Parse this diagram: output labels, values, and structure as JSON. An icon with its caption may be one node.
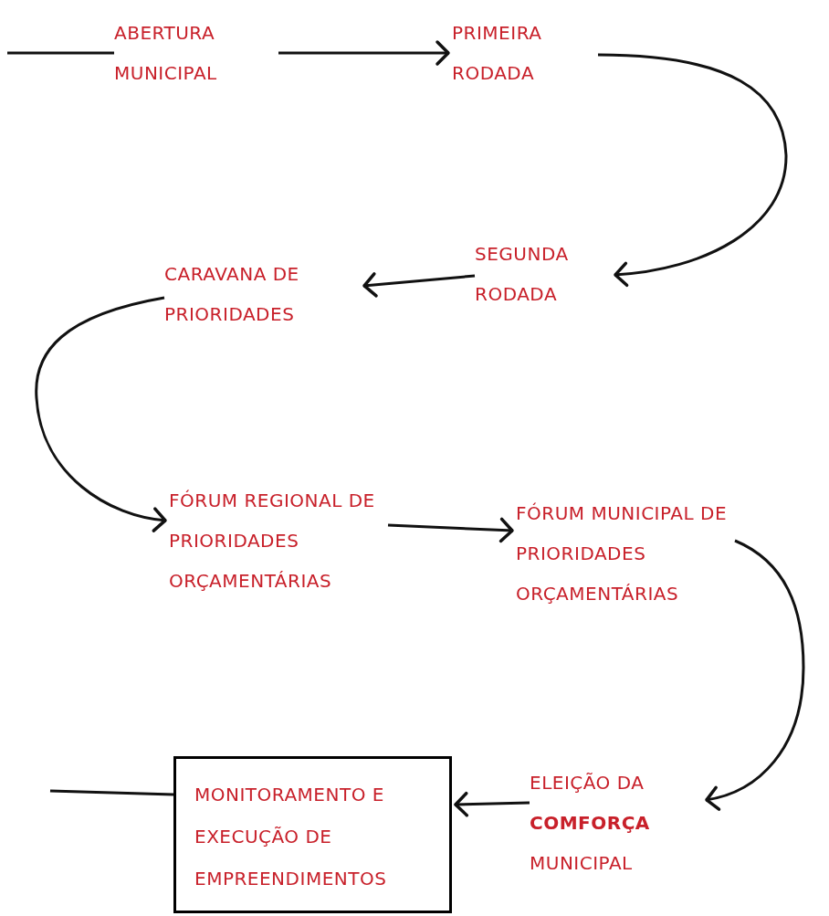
{
  "diagram": {
    "nodes": [
      {
        "text": [
          "ABERTURA MUNICIPAL"
        ]
      },
      {
        "text": [
          "PRIMEIRA RODADA"
        ]
      },
      {
        "text": [
          "SEGUNDA RODADA"
        ]
      },
      {
        "text": [
          "CARAVANA DE PRIORIDADES"
        ]
      },
      {
        "text": [
          "FÓRUM REGIONAL DE PRIORIDADES ORÇAMENTÁRIAS"
        ]
      },
      {
        "text": [
          "FÓRUM MUNICIPAL DE PRIORIDADES ORÇAMENTÁRIAS"
        ]
      },
      {
        "text": [
          "ELEIÇÃO DA **COMFORÇA** MUNICIPAL"
        ]
      },
      {
        "text": [
          "MONITORAMENTO E EXECUÇÃO DE EMPREENDIMENTOS"
        ]
      }
    ],
    "edges": [
      {
        "from": null,
        "to": 0,
        "arrow": "none"
      },
      {
        "from": 0,
        "to": 1,
        "arrow": "to"
      },
      {
        "from": 1,
        "to": 2,
        "arrow": "to"
      },
      {
        "from": 2,
        "to": 3,
        "arrow": "to"
      },
      {
        "from": 3,
        "to": 4,
        "arrow": "to"
      },
      {
        "from": 4,
        "to": 5,
        "arrow": "to"
      },
      {
        "from": 5,
        "to": 6,
        "arrow": "to"
      },
      {
        "from": 6,
        "to": 7,
        "arrow": "to"
      },
      {
        "from": 7,
        "to": null,
        "arrow": "none"
      }
    ]
  }
}
